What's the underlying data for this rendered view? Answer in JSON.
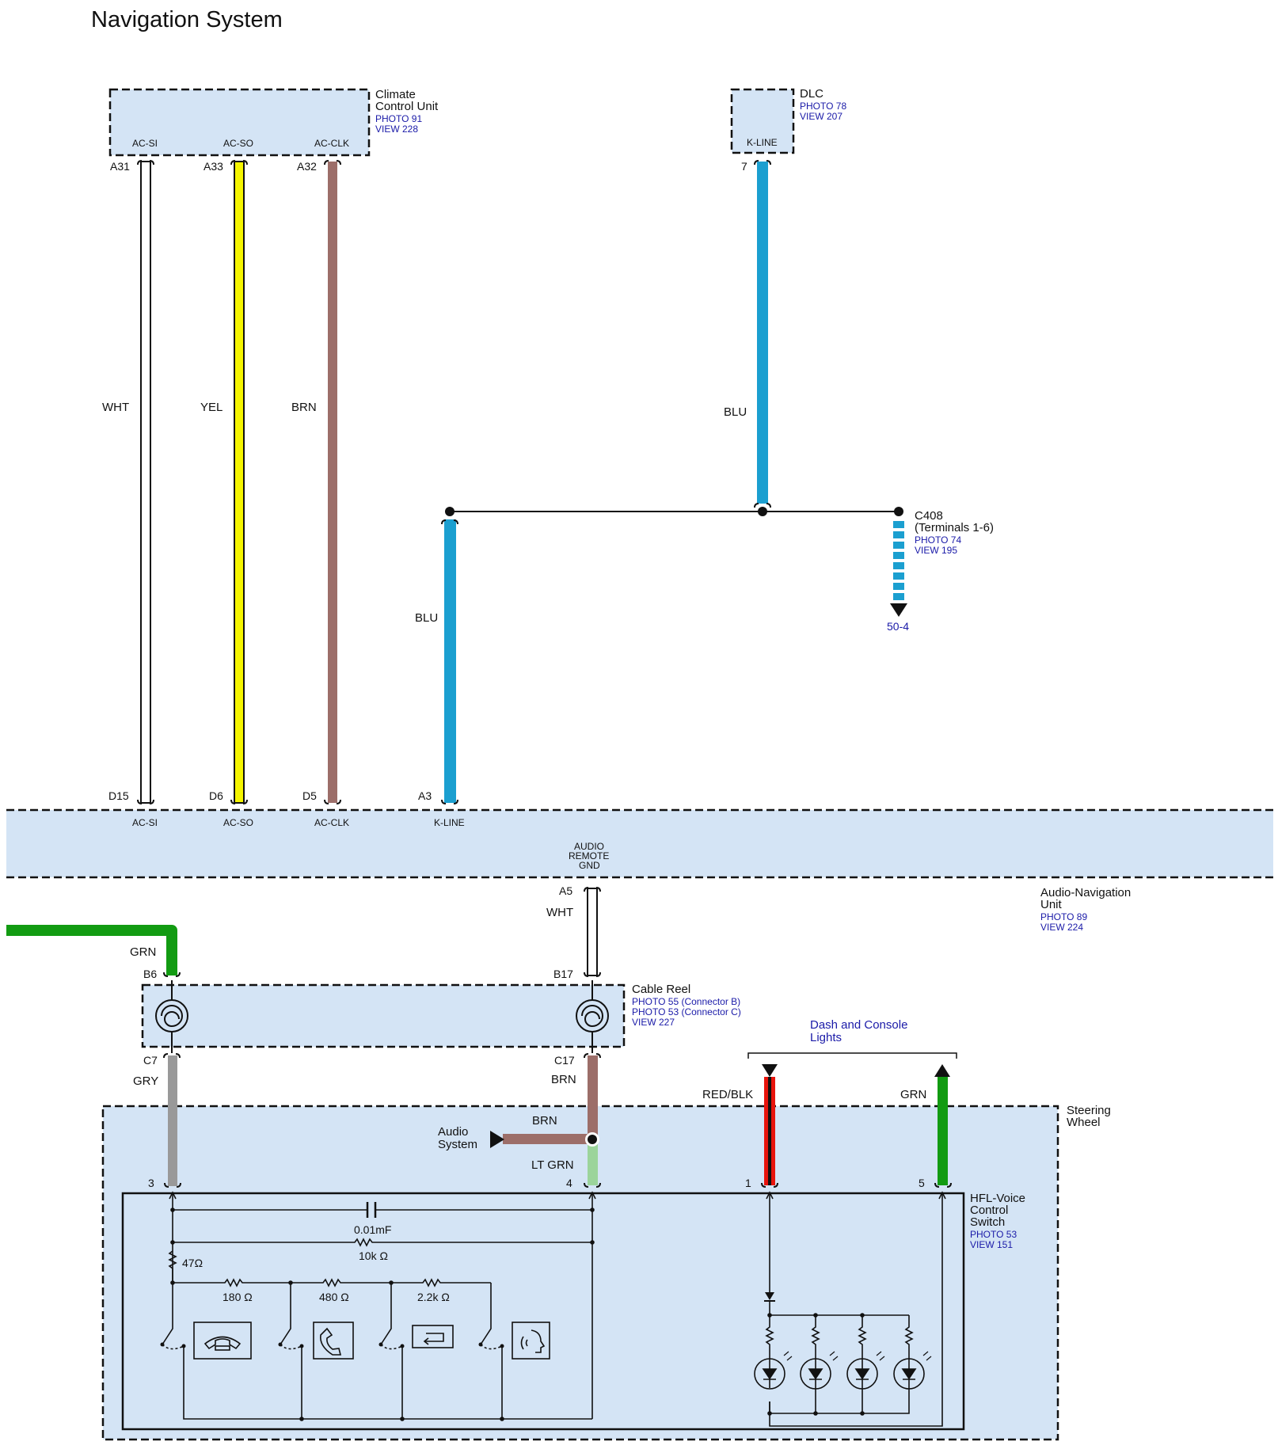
{
  "title": "Navigation System",
  "colors": {
    "unit_fill": "#d4e4f5",
    "WHT": "#ffffff",
    "YEL": "#f5f500",
    "BRN": "#9c6e69",
    "BLU": "#1b9fd0",
    "GRN": "#129b12",
    "GRY": "#999999",
    "LT_GRN": "#9bd49b",
    "RED": "#e8140c",
    "link_blue": "#1a1aa8"
  },
  "climate": {
    "name_line1": "Climate",
    "name_line2": "Control Unit",
    "photo": "PHOTO 91",
    "view": "VIEW 228",
    "pins": [
      "AC-SI",
      "AC-SO",
      "AC-CLK"
    ],
    "terminals": [
      "A31",
      "A33",
      "A32"
    ]
  },
  "dlc": {
    "name": "DLC",
    "photo": "PHOTO 78",
    "view": "VIEW 207",
    "pin": "K-LINE",
    "terminal": "7"
  },
  "wires": {
    "ac_si": "WHT",
    "ac_so": "YEL",
    "ac_clk": "BRN",
    "kline_dlc": "BLU",
    "kline_nav": "BLU",
    "remote_gnd": "WHT",
    "left_grn": "GRN",
    "gry": "GRY",
    "cable_brn": "BRN",
    "audio_brn": "BRN",
    "lt_grn": "LT GRN",
    "red_blk": "RED/BLK",
    "right_grn": "GRN"
  },
  "c408": {
    "name": "C408",
    "terminals": "(Terminals 1-6)",
    "photo": "PHOTO 74",
    "view": "VIEW 195",
    "ref": "50-4"
  },
  "nav_unit": {
    "name_line1": "Audio-Navigation",
    "name_line2": "Unit",
    "photo": "PHOTO 89",
    "view": "VIEW 224",
    "top_terminals": [
      "D15",
      "D6",
      "D5",
      "A3"
    ],
    "top_pins": [
      "AC-SI",
      "AC-SO",
      "AC-CLK",
      "K-LINE"
    ],
    "gnd_pin": [
      "AUDIO",
      "REMOTE",
      "GND"
    ],
    "gnd_terminal": "A5"
  },
  "cable_reel": {
    "name": "Cable Reel",
    "photo_b": "PHOTO 55 (Connector B)",
    "photo_c": "PHOTO 53 (Connector C)",
    "view": "VIEW 227",
    "terminals": [
      "B6",
      "B17",
      "C7",
      "C17"
    ]
  },
  "dash_lights": {
    "line1": "Dash and Console",
    "line2": "Lights"
  },
  "audio_system": {
    "line1": "Audio",
    "line2": "System"
  },
  "steering": {
    "line1": "Steering",
    "line2": "Wheel"
  },
  "switch": {
    "line1": "HFL-Voice",
    "line2": "Control",
    "line3": "Switch",
    "photo": "PHOTO 53",
    "view": "VIEW 151",
    "terminals": [
      "3",
      "4",
      "1",
      "5"
    ],
    "capacitor": "0.01mF",
    "resistor_main": "10k Ω",
    "resistor_47": "47Ω",
    "resistors": [
      "180 Ω",
      "480 Ω",
      "2.2k Ω"
    ]
  }
}
